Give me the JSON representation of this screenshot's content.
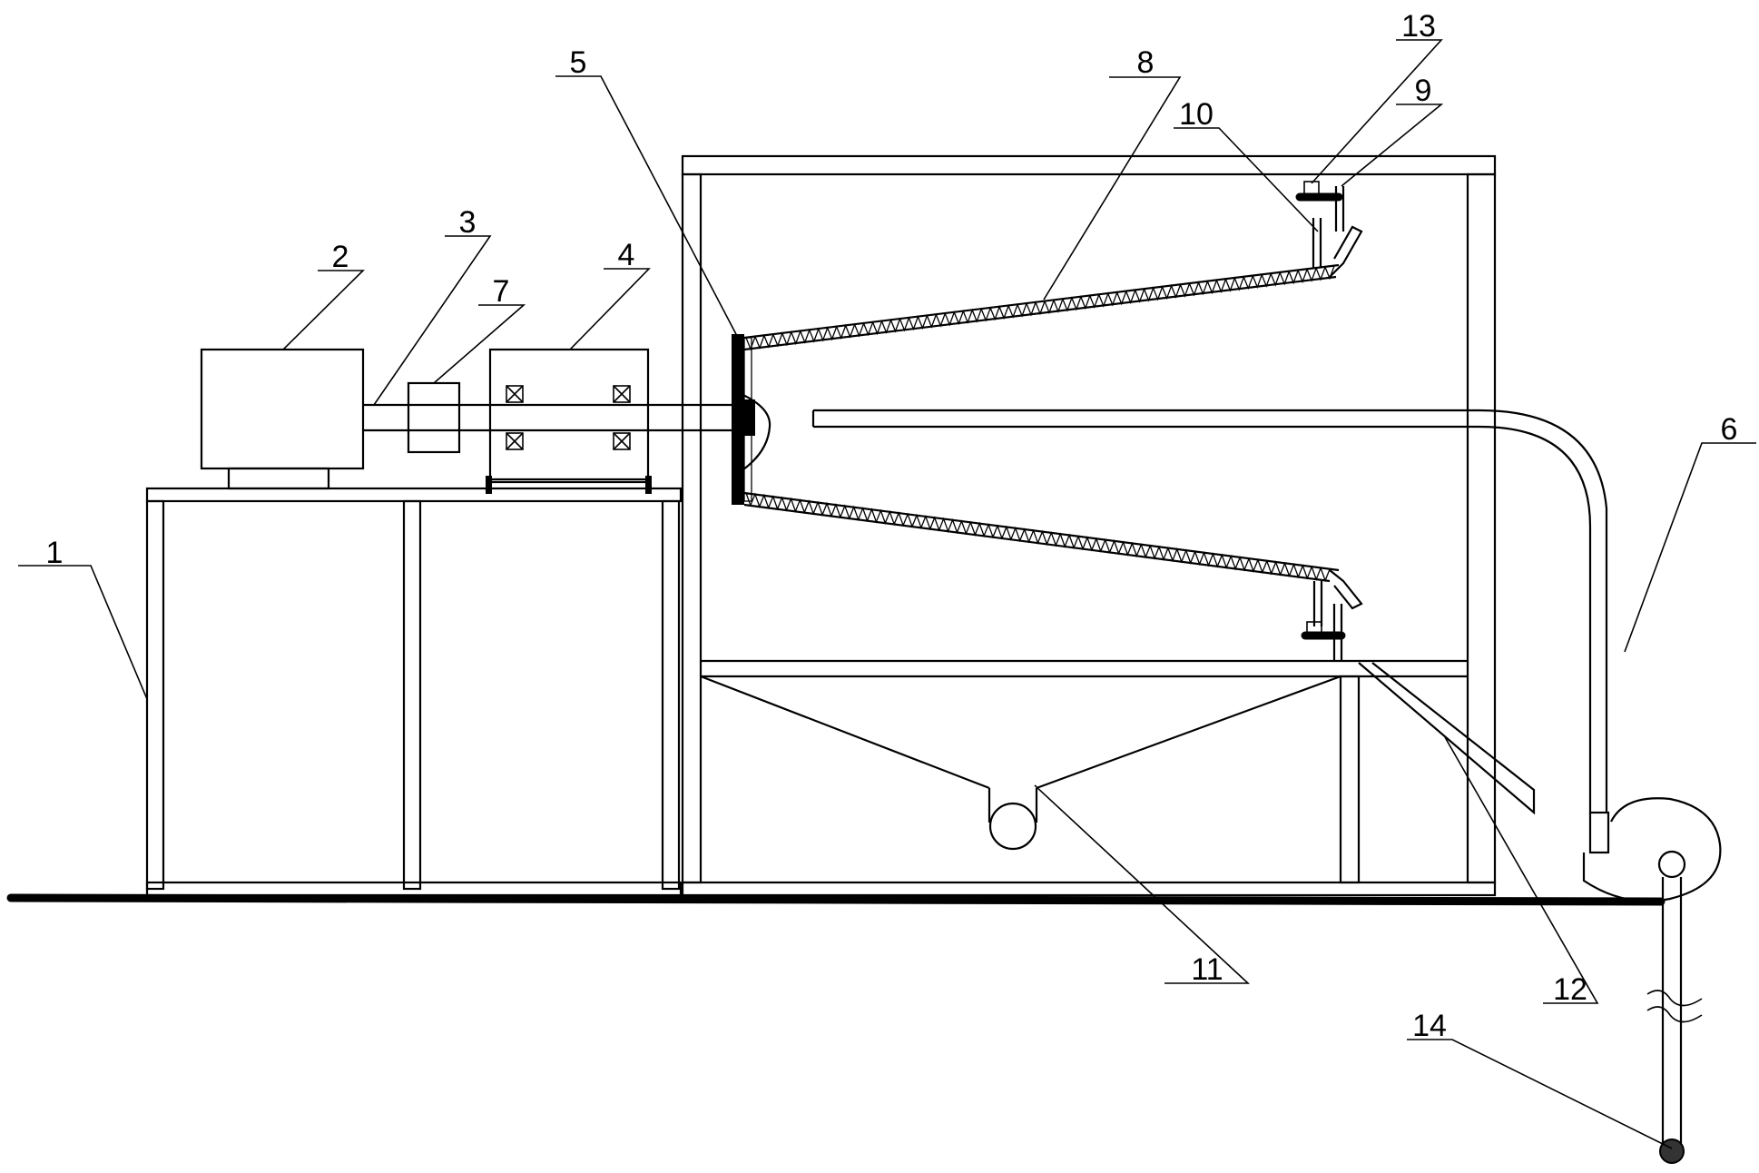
{
  "figure": {
    "labels": [
      "1",
      "2",
      "3",
      "4",
      "5",
      "6",
      "7",
      "8",
      "9",
      "10",
      "11",
      "12",
      "13",
      "14"
    ]
  },
  "colors": {
    "line": "#000000",
    "background": "#ffffff"
  }
}
